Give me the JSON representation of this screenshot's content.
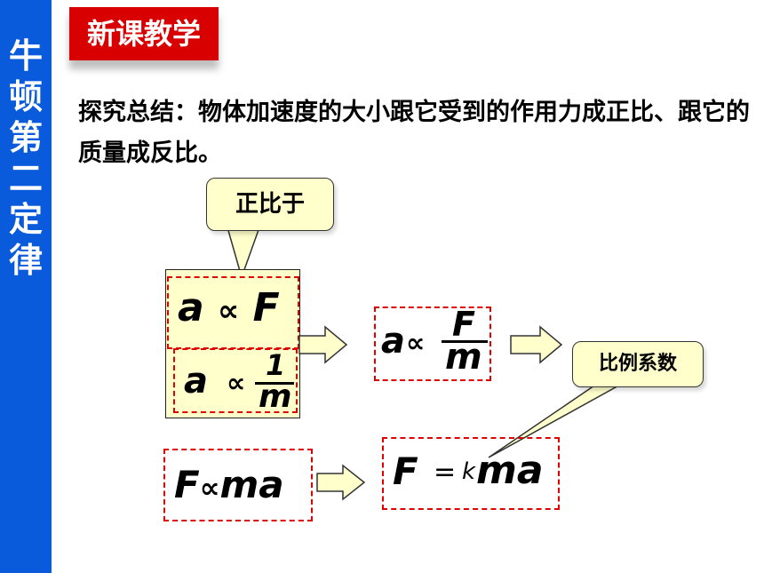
{
  "sidebar": {
    "title": "牛顿第二定律"
  },
  "header": {
    "badge": "新课教学"
  },
  "summary": {
    "text": "探究总结：物体加速度的大小跟它受到的作用力成正比、跟它的质量成反比。"
  },
  "callouts": {
    "proportional": "正比于",
    "coefficient": "比例系数"
  },
  "formulas": {
    "f1": {
      "lhs": "a",
      "op": "∝",
      "rhs": "F"
    },
    "f2": {
      "lhs": "a",
      "op": "∝",
      "num": "1",
      "den": "m"
    },
    "f3": {
      "lhs": "a",
      "op": "∝",
      "num": "F",
      "den": "m"
    },
    "f4": {
      "lhs": "F",
      "op": "∝",
      "rhs": "ma"
    },
    "f5": {
      "lhs": "F",
      "op": "=",
      "k": "k",
      "rhs": "ma"
    }
  },
  "colors": {
    "sidebar": "#0a5adc",
    "badge": "#d80000",
    "dash": "#e00000",
    "callout": "#ffffcc",
    "arrow": "#ffffcc"
  }
}
